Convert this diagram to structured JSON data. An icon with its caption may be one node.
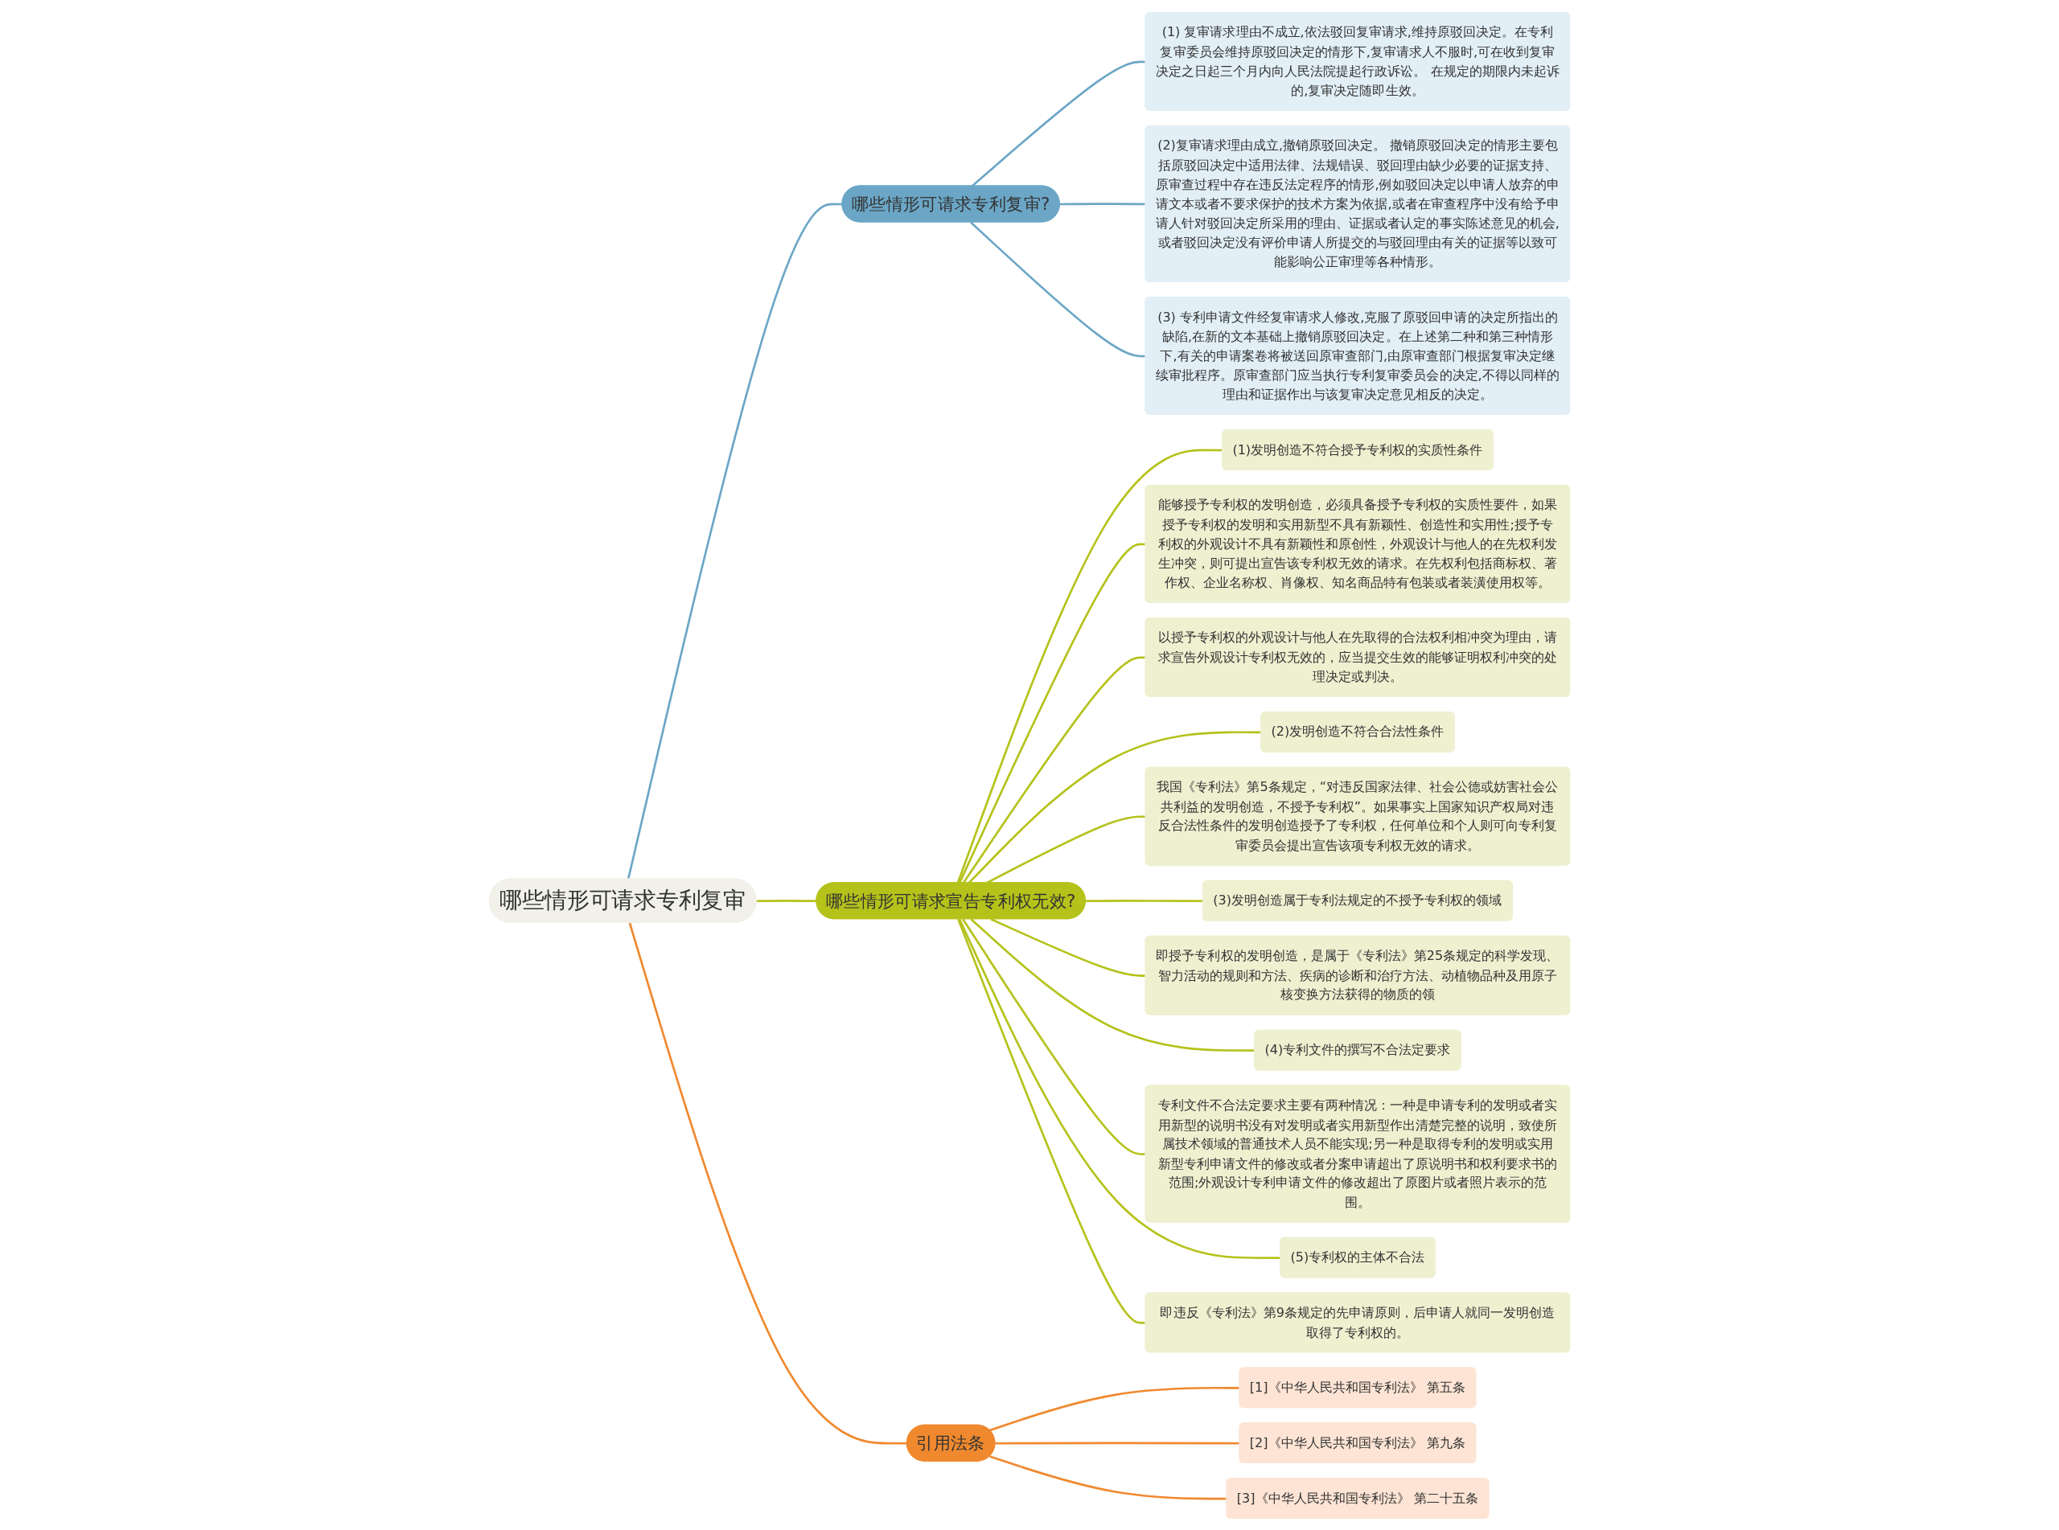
{
  "diagram": {
    "nodes": [
      {
        "text": [
          "哪些情形可请求专利复审"
        ]
      },
      {
        "text": [
          "哪些情形可请求专利复审?"
        ]
      },
      {
        "text": [
          "(1) 复审请求理由不成立,依法驳回复审请求,维持原驳回决定。在专利复审委员会维持原驳回决定的情形下,复审请求人不服时,可在收到复审决定之日起三个月内向人民法院提起行政诉讼。 在规定的期限内未起诉的,复审决定随即生效。"
        ]
      },
      {
        "text": [
          "(2)复审请求理由成立,撤销原驳回决定。 撤销原驳回决定的情形主要包括原驳回决定中适用法律、法规错误、驳回理由缺少必要的证据支持、原审查过程中存在违反法定程序的情形,例如驳回决定以申请人放弃的申请文本或者不要求保护的技术方案为依据,或者在审查程序中没有给予申请人针对驳回决定所采用的理由、证据或者认定的事实陈述意见的机会,或者驳回决定没有评价申请人所提交的与驳回理由有关的证据等以致可能影响公正审理等各种情形。"
        ]
      },
      {
        "text": [
          "(3) 专利申请文件经复审请求人修改,克服了原驳回申请的决定所指出的缺陷,在新的文本基础上撤销原驳回决定。在上述第二种和第三种情形下,有关的申请案卷将被送回原审查部门,由原审查部门根据复审决定继续审批程序。原审查部门应当执行专利复审委员会的决定,不得以同样的理由和证据作出与该复审决定意见相反的决定。"
        ]
      },
      {
        "text": [
          "哪些情形可请求宣告专利权无效?"
        ]
      },
      {
        "text": [
          "(1)发明创造不符合授予专利权的实质性条件"
        ]
      },
      {
        "text": [
          "能够授予专利权的发明创造，必须具备授予专利权的实质性要件，如果授予专利权的发明和实用新型不具有新颖性、创造性和实用性;授予专利权的外观设计不具有新颖性和原创性，外观设计与他人的在先权利发生冲突，则可提出宣告该专利权无效的请求。在先权利包括商标权、著作权、企业名称权、肖像权、知名商品特有包装或者装潢使用权等。"
        ]
      },
      {
        "text": [
          "以授予专利权的外观设计与他人在先取得的合法权利相冲突为理由，请求宣告外观设计专利权无效的，应当提交生效的能够证明权利冲突的处理决定或判决。"
        ]
      },
      {
        "text": [
          "(2)发明创造不符合合法性条件"
        ]
      },
      {
        "text": [
          "我国《专利法》第5条规定，“对违反国家法律、社会公德或妨害社会公共利益的发明创造，不授予专利权”。如果事实上国家知识产权局对违反合法性条件的发明创造授予了专利权，任何单位和个人则可向专利复审委员会提出宣告该项专利权无效的请求。"
        ]
      },
      {
        "text": [
          "(3)发明创造属于专利法规定的不授予专利权的领域"
        ]
      },
      {
        "text": [
          "即授予专利权的发明创造，是属于《专利法》第25条规定的科学发现、智力活动的规则和方法、疾病的诊断和治疗方法、动植物品种及用原子核变换方法获得的物质的领"
        ]
      },
      {
        "text": [
          "(4)专利文件的撰写不合法定要求"
        ]
      },
      {
        "text": [
          "专利文件不合法定要求主要有两种情况：一种是申请专利的发明或者实用新型的说明书没有对发明或者实用新型作出清楚完整的说明，致使所属技术领域的普通技术人员不能实现;另一种是取得专利的发明或实用新型专利申请文件的修改或者分案申请超出了原说明书和权利要求书的范围;外观设计专利申请文件的修改超出了原图片或者照片表示的范围。"
        ]
      },
      {
        "text": [
          "(5)专利权的主体不合法"
        ]
      },
      {
        "text": [
          "即违反《专利法》第9条规定的先申请原则，后申请人就同一发明创造取得了专利权的。"
        ]
      },
      {
        "text": [
          "引用法条"
        ]
      },
      {
        "text": [
          "[1]《中华人民共和国专利法》 第五条"
        ]
      },
      {
        "text": [
          "[2]《中华人民共和国专利法》 第九条"
        ]
      },
      {
        "text": [
          "[3]《中华人民共和国专利法》 第二十五条"
        ]
      }
    ],
    "edges": [
      {
        "from": 0,
        "to": 1,
        "arrow": "none",
        "color": "#6ba6c6"
      },
      {
        "from": 1,
        "to": 2,
        "arrow": "none",
        "color": "#6ba6c6"
      },
      {
        "from": 1,
        "to": 3,
        "arrow": "none",
        "color": "#6ba6c6"
      },
      {
        "from": 1,
        "to": 4,
        "arrow": "none",
        "color": "#6ba6c6"
      },
      {
        "from": 0,
        "to": 5,
        "arrow": "none"
      },
      {
        "from": 5,
        "to": 6,
        "arrow": "none"
      },
      {
        "from": 5,
        "to": 7,
        "arrow": "none"
      },
      {
        "from": 5,
        "to": 8,
        "arrow": "none"
      },
      {
        "from": 5,
        "to": 9,
        "arrow": "none"
      },
      {
        "from": 5,
        "to": 10,
        "arrow": "none"
      },
      {
        "from": 5,
        "to": 11,
        "arrow": "none"
      },
      {
        "from": 5,
        "to": 12,
        "arrow": "none"
      },
      {
        "from": 5,
        "to": 13,
        "arrow": "none"
      },
      {
        "from": 5,
        "to": 14,
        "arrow": "none"
      },
      {
        "from": 5,
        "to": 15,
        "arrow": "none"
      },
      {
        "from": 5,
        "to": 16,
        "arrow": "none"
      },
      {
        "from": 0,
        "to": 17,
        "arrow": "none",
        "color": "#f0892e"
      },
      {
        "from": 17,
        "to": 18,
        "arrow": "none",
        "color": "#f0892e"
      },
      {
        "from": 17,
        "to": 19,
        "arrow": "none",
        "color": "#f0892e"
      },
      {
        "from": 17,
        "to": 20,
        "arrow": "none",
        "color": "#f0892e"
      }
    ]
  }
}
